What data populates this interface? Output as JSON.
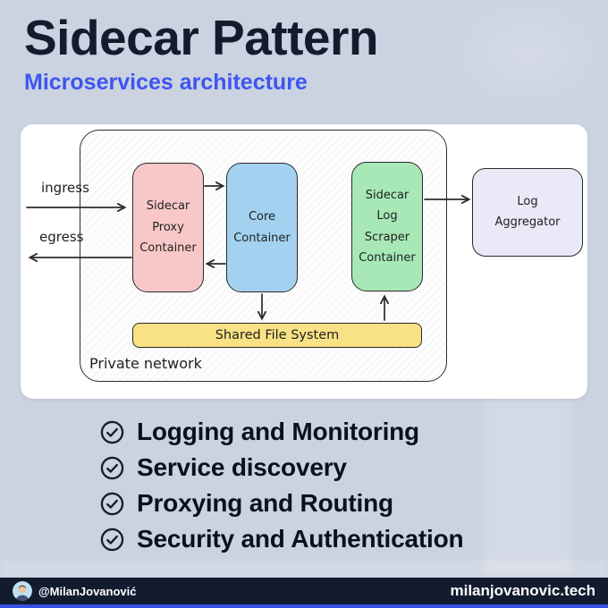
{
  "header": {
    "title": "Sidecar Pattern",
    "subtitle": "Microservices architecture"
  },
  "diagram": {
    "private_network_label": "Private network",
    "external_labels": {
      "ingress": "ingress",
      "egress": "egress"
    },
    "nodes": {
      "sidecar_proxy": {
        "label": "Sidecar\nProxy\nContainer",
        "fill": "#f8c8c8"
      },
      "core": {
        "label": "Core\nContainer",
        "fill": "#a2d2f0"
      },
      "log_scraper": {
        "label": "Sidecar\nLog\nScraper\nContainer",
        "fill": "#a7e8b6"
      },
      "log_aggregator": {
        "label": "Log\nAggregator",
        "fill": "#e9e9f8"
      },
      "shared_fs": {
        "label": "Shared File System",
        "fill": "#f8e285"
      }
    },
    "edges": [
      {
        "from": "ingress",
        "to": "sidecar_proxy"
      },
      {
        "from": "sidecar_proxy",
        "to": "egress"
      },
      {
        "from": "sidecar_proxy",
        "to": "core"
      },
      {
        "from": "core",
        "to": "sidecar_proxy"
      },
      {
        "from": "core",
        "to": "shared_fs"
      },
      {
        "from": "shared_fs",
        "to": "log_scraper"
      },
      {
        "from": "log_scraper",
        "to": "log_aggregator"
      }
    ]
  },
  "checklist": {
    "icon": "circle-check-icon",
    "items": [
      "Logging and Monitoring",
      "Service discovery",
      "Proxying and Routing",
      "Security and Authentication"
    ]
  },
  "footer": {
    "handle": "@MilanJovanović",
    "website": "milanjovanovic.tech"
  },
  "colors": {
    "background": "#cbd2e0",
    "title_dark": "#141b2f",
    "subtitle_blue": "#3e55f2",
    "footer_bg": "#131b2f",
    "footer_accent": "#3450e8",
    "stroke_dark": "#2a2a2a"
  }
}
